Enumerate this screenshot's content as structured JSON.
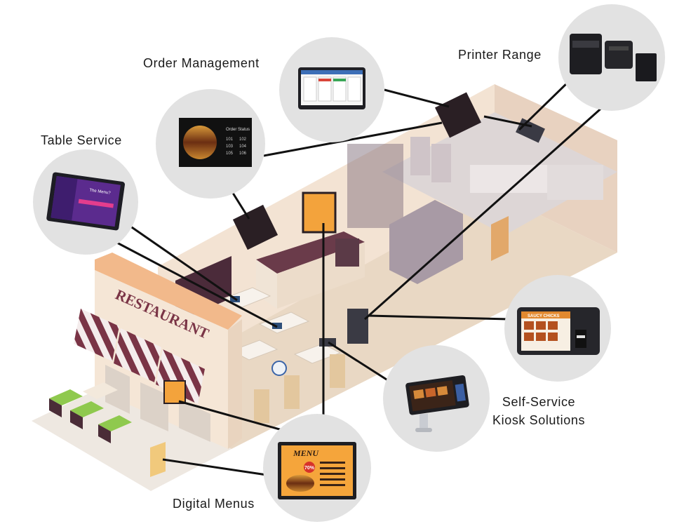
{
  "labels": {
    "order_management": "Order Management",
    "printer_range": "Printer Range",
    "table_service": "Table Service",
    "self_service_line1": "Self-Service",
    "self_service_line2": "Kiosk Solutions",
    "digital_menus": "Digital Menus"
  },
  "storefront": {
    "sign": "RESTAURANT"
  },
  "screens": {
    "order_status_title": "Order Status",
    "order_status_rows": [
      [
        "101",
        "102"
      ],
      [
        "103",
        "104"
      ],
      [
        "105",
        "106"
      ]
    ],
    "tablet_heading": "The Menu?",
    "menu_title": "MENU",
    "menu_badge": "70%",
    "kiosk_banner": "SAUCY CHICKS"
  },
  "colors": {
    "background": "#ffffff",
    "circle_fill": "#e2e2e2",
    "connector": "#111111",
    "wall": "#f3e3d3",
    "floor": "#e9d8c4",
    "awning_red": "#7a3446"
  }
}
